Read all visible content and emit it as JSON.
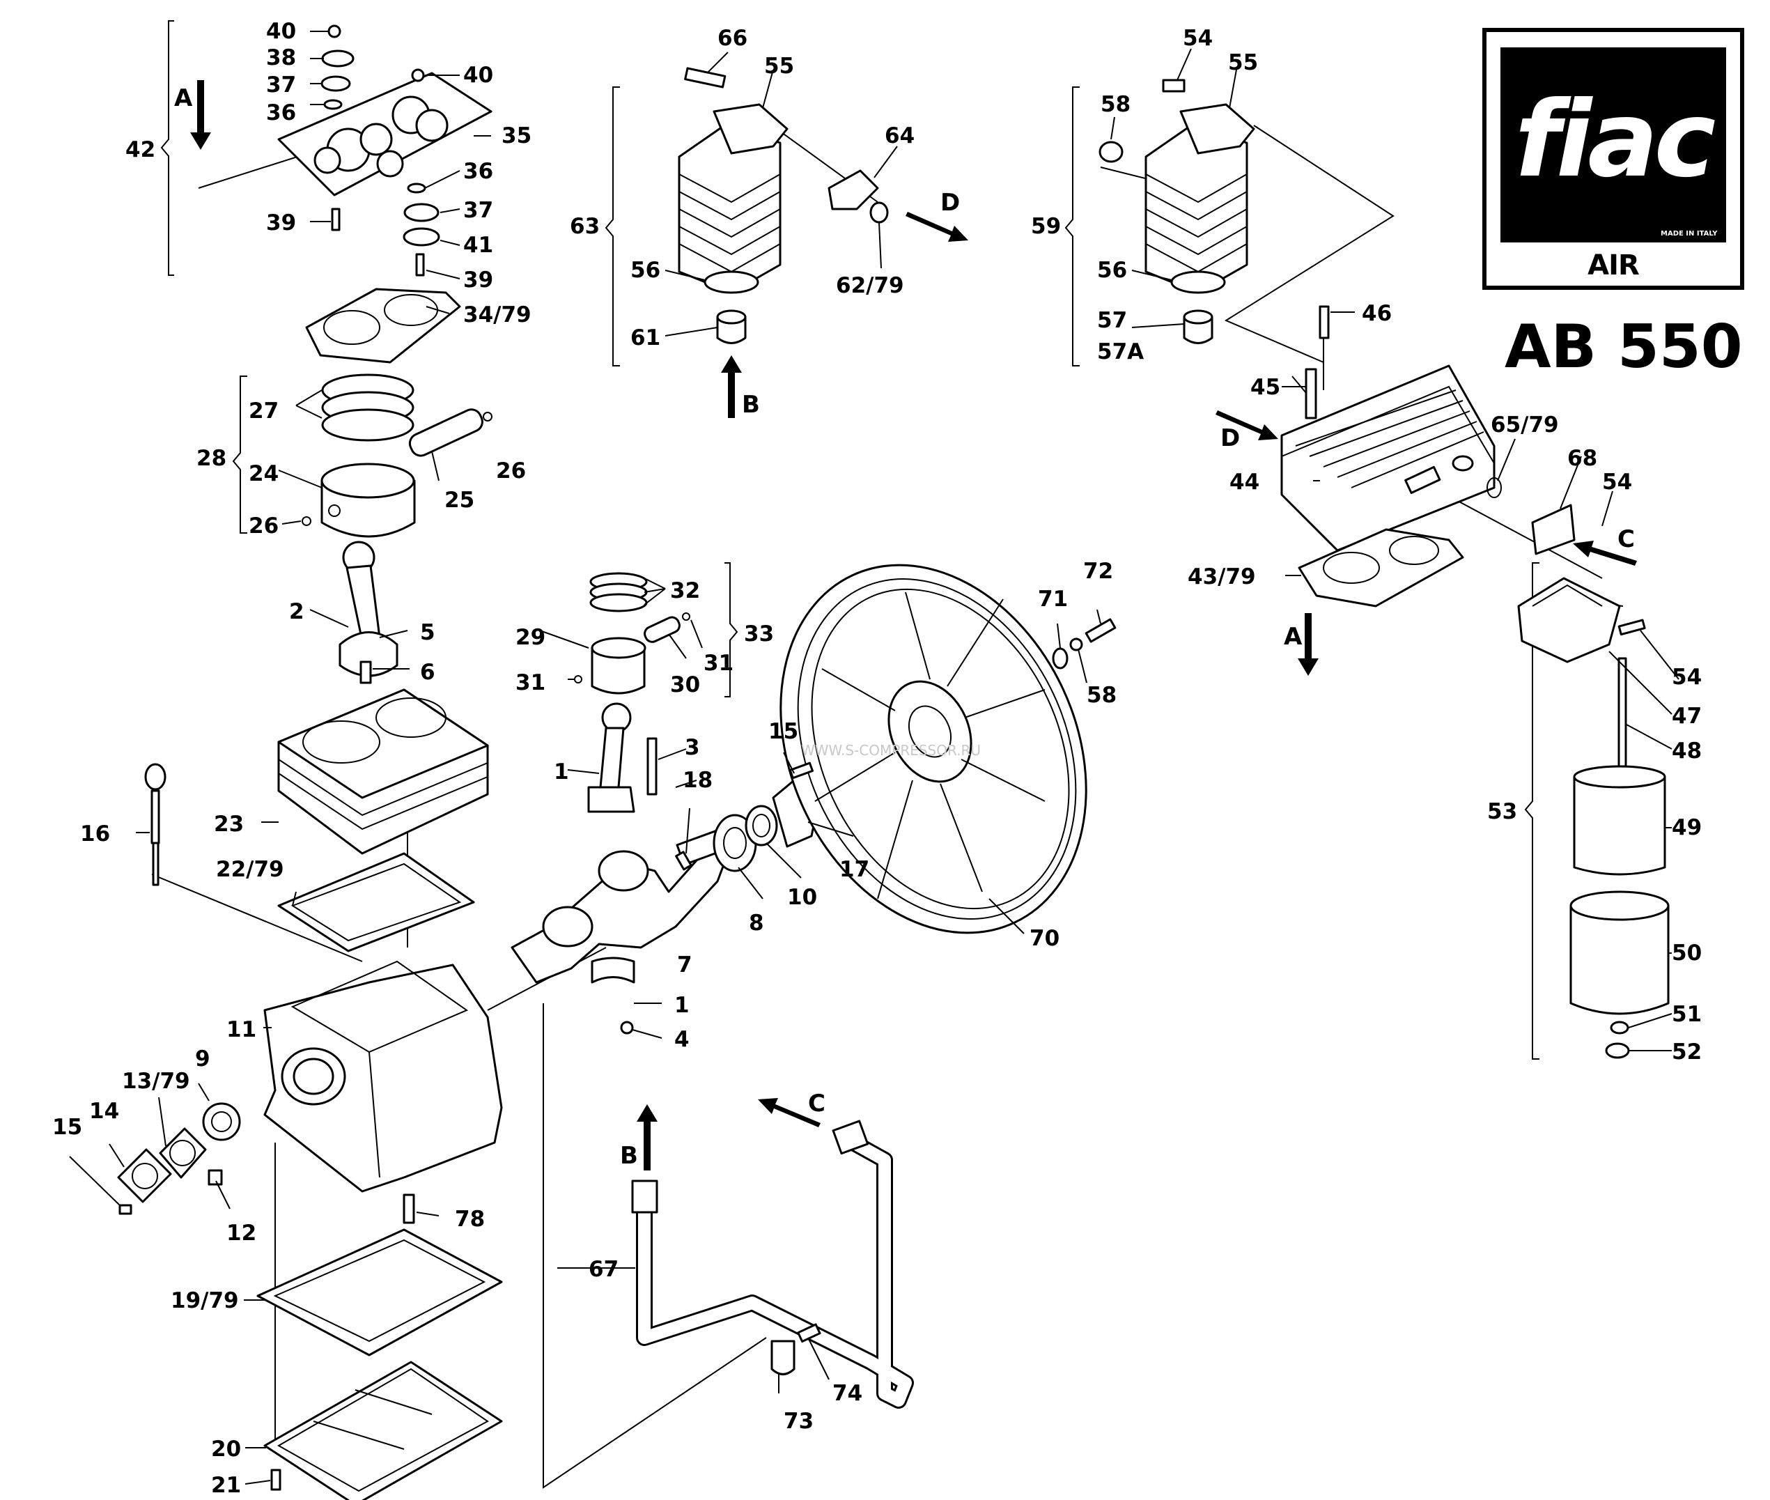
{
  "brand": {
    "logo_text": "fiac",
    "made_in": "MADE IN ITALY",
    "subtitle": "AIR COMPRESSORS"
  },
  "model": "AB 550",
  "watermark": "WWW.S-COMPRESSOR.RU",
  "arrows": {
    "A": "A",
    "B": "B",
    "C": "C",
    "D": "D"
  },
  "parts": {
    "p1": "1",
    "p2": "2",
    "p3": "3",
    "p4": "4",
    "p5": "5",
    "p6": "6",
    "p7": "7",
    "p8": "8",
    "p9": "9",
    "p10": "10",
    "p11": "11",
    "p12": "12",
    "p13": "13/79",
    "p14": "14",
    "p15": "15",
    "p16": "16",
    "p17": "17",
    "p18": "18",
    "p19": "19/79",
    "p20": "20",
    "p21": "21",
    "p22": "22/79",
    "p23": "23",
    "p24": "24",
    "p25": "25",
    "p26": "26",
    "p27": "27",
    "p28": "28",
    "p29": "29",
    "p30": "30",
    "p31": "31",
    "p32": "32",
    "p33": "33",
    "p34": "34/79",
    "p35": "35",
    "p36": "36",
    "p37": "37",
    "p38": "38",
    "p39": "39",
    "p40": "40",
    "p41": "41",
    "p42": "42",
    "p43": "43/79",
    "p44": "44",
    "p45": "45",
    "p46": "46",
    "p47": "47",
    "p48": "48",
    "p49": "49",
    "p50": "50",
    "p51": "51",
    "p52": "52",
    "p53": "53",
    "p54": "54",
    "p55": "55",
    "p56": "56",
    "p57": "57",
    "p57a": "57A",
    "p58": "58",
    "p59": "59",
    "p61": "61",
    "p62": "62/79",
    "p63": "63",
    "p64": "64",
    "p65": "65/79",
    "p66": "66",
    "p67": "67",
    "p68": "68",
    "p70": "70",
    "p71": "71",
    "p72": "72",
    "p73": "73",
    "p74": "74",
    "p78": "78"
  }
}
